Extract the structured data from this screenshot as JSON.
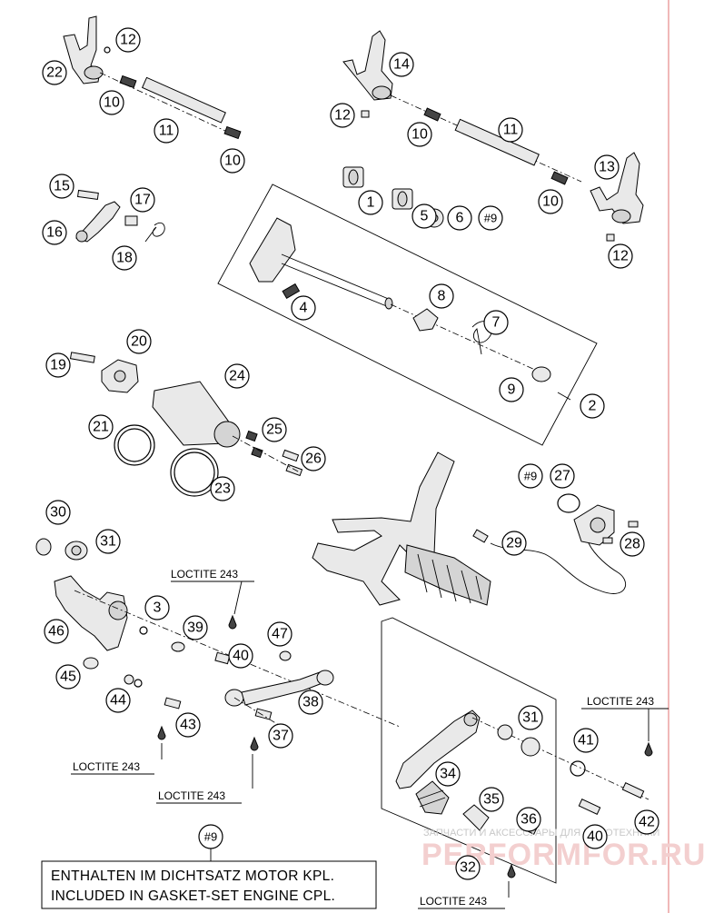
{
  "callouts": [
    {
      "id": "c22",
      "label": "22"
    },
    {
      "id": "c12a",
      "label": "12"
    },
    {
      "id": "c10a",
      "label": "10"
    },
    {
      "id": "c11a",
      "label": "11"
    },
    {
      "id": "c10b",
      "label": "10"
    },
    {
      "id": "c14",
      "label": "14"
    },
    {
      "id": "c12b",
      "label": "12"
    },
    {
      "id": "c10c",
      "label": "10"
    },
    {
      "id": "c11b",
      "label": "11"
    },
    {
      "id": "c13",
      "label": "13"
    },
    {
      "id": "c10d",
      "label": "10"
    },
    {
      "id": "c12c",
      "label": "12"
    },
    {
      "id": "c15",
      "label": "15"
    },
    {
      "id": "c17",
      "label": "17"
    },
    {
      "id": "c16",
      "label": "16"
    },
    {
      "id": "c18",
      "label": "18"
    },
    {
      "id": "c1",
      "label": "1"
    },
    {
      "id": "c5",
      "label": "5"
    },
    {
      "id": "c6",
      "label": "6"
    },
    {
      "id": "c9a",
      "label": "#9"
    },
    {
      "id": "c4",
      "label": "4"
    },
    {
      "id": "c8",
      "label": "8"
    },
    {
      "id": "c7",
      "label": "7"
    },
    {
      "id": "c9b",
      "label": "9"
    },
    {
      "id": "c2",
      "label": "2"
    },
    {
      "id": "c20",
      "label": "20"
    },
    {
      "id": "c19",
      "label": "19"
    },
    {
      "id": "c24",
      "label": "24"
    },
    {
      "id": "c21",
      "label": "21"
    },
    {
      "id": "c25",
      "label": "25"
    },
    {
      "id": "c26",
      "label": "26"
    },
    {
      "id": "c23",
      "label": "23"
    },
    {
      "id": "c9c",
      "label": "#9"
    },
    {
      "id": "c27",
      "label": "27"
    },
    {
      "id": "c29",
      "label": "29"
    },
    {
      "id": "c28",
      "label": "28"
    },
    {
      "id": "c30",
      "label": "30"
    },
    {
      "id": "c31a",
      "label": "31"
    },
    {
      "id": "c3",
      "label": "3"
    },
    {
      "id": "c46",
      "label": "46"
    },
    {
      "id": "c39",
      "label": "39"
    },
    {
      "id": "c40a",
      "label": "40"
    },
    {
      "id": "c47",
      "label": "47"
    },
    {
      "id": "c45",
      "label": "45"
    },
    {
      "id": "c44",
      "label": "44"
    },
    {
      "id": "c43",
      "label": "43"
    },
    {
      "id": "c38",
      "label": "38"
    },
    {
      "id": "c37",
      "label": "37"
    },
    {
      "id": "c31b",
      "label": "31"
    },
    {
      "id": "c41",
      "label": "41"
    },
    {
      "id": "c34",
      "label": "34"
    },
    {
      "id": "c35",
      "label": "35"
    },
    {
      "id": "c36",
      "label": "36"
    },
    {
      "id": "c42",
      "label": "42"
    },
    {
      "id": "c40b",
      "label": "40"
    },
    {
      "id": "c32",
      "label": "32"
    },
    {
      "id": "c9d",
      "label": "#9"
    }
  ],
  "loctite": [
    {
      "id": "l1",
      "text": "LOCTITE 243"
    },
    {
      "id": "l2",
      "text": "LOCTITE 243"
    },
    {
      "id": "l3",
      "text": "LOCTITE 243"
    },
    {
      "id": "l4",
      "text": "LOCTITE 243"
    },
    {
      "id": "l5",
      "text": "LOCTITE 243"
    }
  ],
  "note": {
    "line1": "ENTHALTEN IM DICHTSATZ MOTOR KPL.",
    "line2": "INCLUDED IN GASKET-SET ENGINE CPL."
  },
  "watermark": {
    "line1": "ЗАПЧАСТИ И АКСЕССУАРЫ ДЛЯ МОТОТЕХНИКИ",
    "line2": "PERFORMFOR.RU"
  },
  "colors": {
    "margin_line": "#e07070",
    "watermark_red": "#f3cfcf",
    "ink": "#000000"
  }
}
